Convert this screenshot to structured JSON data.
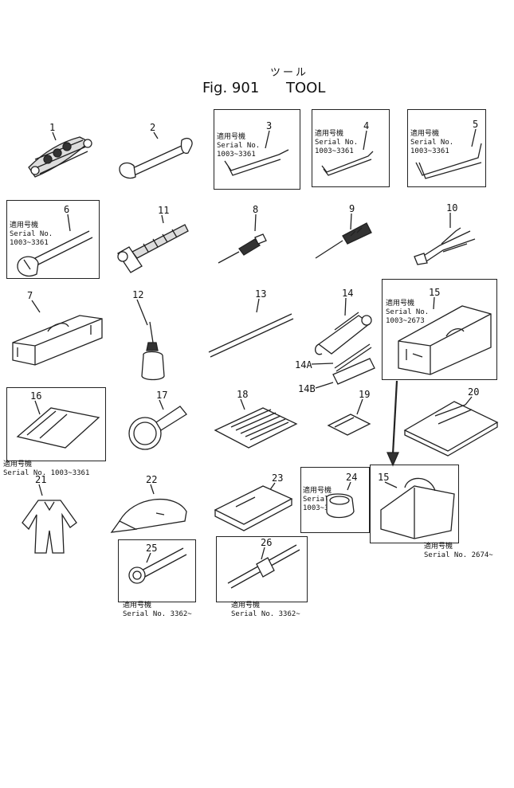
{
  "header": {
    "jp": "ツール",
    "fig": "Fig. 901",
    "name": "TOOL"
  },
  "notes": {
    "s1": {
      "jp": "適用号機",
      "sn": "Serial No.",
      "range": "1003~3361"
    },
    "s2": {
      "jp": "適用号機",
      "sn": "Serial No.",
      "range": "1003~2673"
    },
    "s3": {
      "jp": "適用号機",
      "sn": "Serial No.",
      "range": "1003~3361"
    },
    "s16": {
      "jp": "適用号機",
      "sn": "Serial No. 1003~3361"
    },
    "s15b": {
      "jp": "適用号機",
      "sn": "Serial No. 2674~"
    },
    "s25": {
      "jp": "適用号機",
      "sn": "Serial No. 3362~"
    }
  },
  "parts": [
    "1",
    "2",
    "3",
    "4",
    "5",
    "6",
    "11",
    "8",
    "9",
    "10",
    "7",
    "12",
    "13",
    "14",
    "14A",
    "14B",
    "15",
    "16",
    "17",
    "18",
    "19",
    "20",
    "21",
    "22",
    "23",
    "24",
    "25",
    "26"
  ]
}
